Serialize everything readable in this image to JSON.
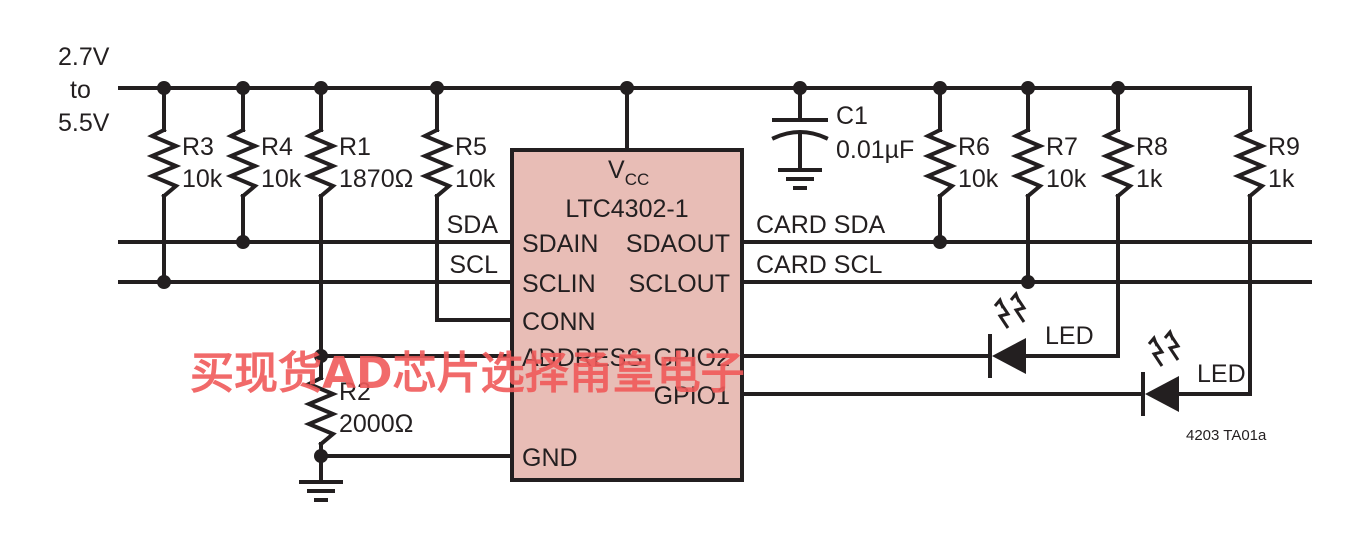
{
  "supply": {
    "line1": "2.7V",
    "line2": "to",
    "line3": "5.5V"
  },
  "chip": {
    "vcc_main": "V",
    "vcc_sub": "CC",
    "part": "LTC4302-1",
    "fill": "#e8bdb6",
    "pins": {
      "sdain": "SDAIN",
      "sclin": "SCLIN",
      "conn": "CONN",
      "address": "ADDRESS",
      "gnd": "GND",
      "sdaout": "SDAOUT",
      "sclout": "SCLOUT",
      "gpio2": "GPIO2",
      "gpio1": "GPIO1"
    }
  },
  "signals": {
    "sda": "SDA",
    "scl": "SCL",
    "card_sda": "CARD SDA",
    "card_scl": "CARD SCL"
  },
  "resistors": {
    "r1": {
      "name": "R1",
      "value": "1870Ω"
    },
    "r2": {
      "name": "R2",
      "value": "2000Ω"
    },
    "r3": {
      "name": "R3",
      "value": "10k"
    },
    "r4": {
      "name": "R4",
      "value": "10k"
    },
    "r5": {
      "name": "R5",
      "value": "10k"
    },
    "r6": {
      "name": "R6",
      "value": "10k"
    },
    "r7": {
      "name": "R7",
      "value": "10k"
    },
    "r8": {
      "name": "R8",
      "value": "1k"
    },
    "r9": {
      "name": "R9",
      "value": "1k"
    }
  },
  "capacitor": {
    "name": "C1",
    "value": "0.01µF"
  },
  "leds": {
    "led1": "LED",
    "led2": "LED"
  },
  "figure_id": "4203 TA01a",
  "watermark": "买现货AD芯片选择甬皇电子"
}
